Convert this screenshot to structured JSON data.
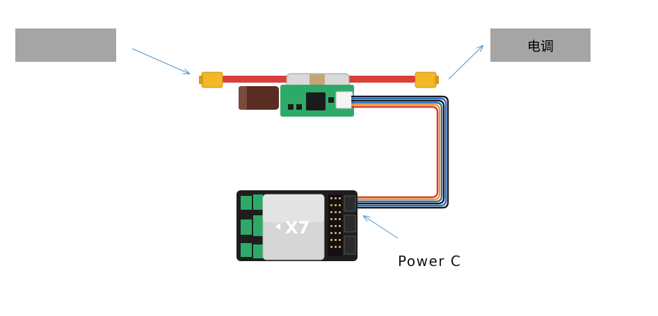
{
  "left_label": {
    "text": ""
  },
  "right_label": {
    "text": "电调"
  },
  "power_label": {
    "text": "Power  C"
  },
  "flight_controller": {
    "model_text": "X7"
  },
  "colors": {
    "label_box_bg": "#a5a5a5",
    "arrow": "#4a90c8",
    "power_wire": "#d9403a",
    "connector": "#f2b82a",
    "pcb": "#2eaa68",
    "cable_colors": [
      "#1c1c1c",
      "#2a6fc9",
      "#f09a1e",
      "#d63a2f"
    ]
  }
}
